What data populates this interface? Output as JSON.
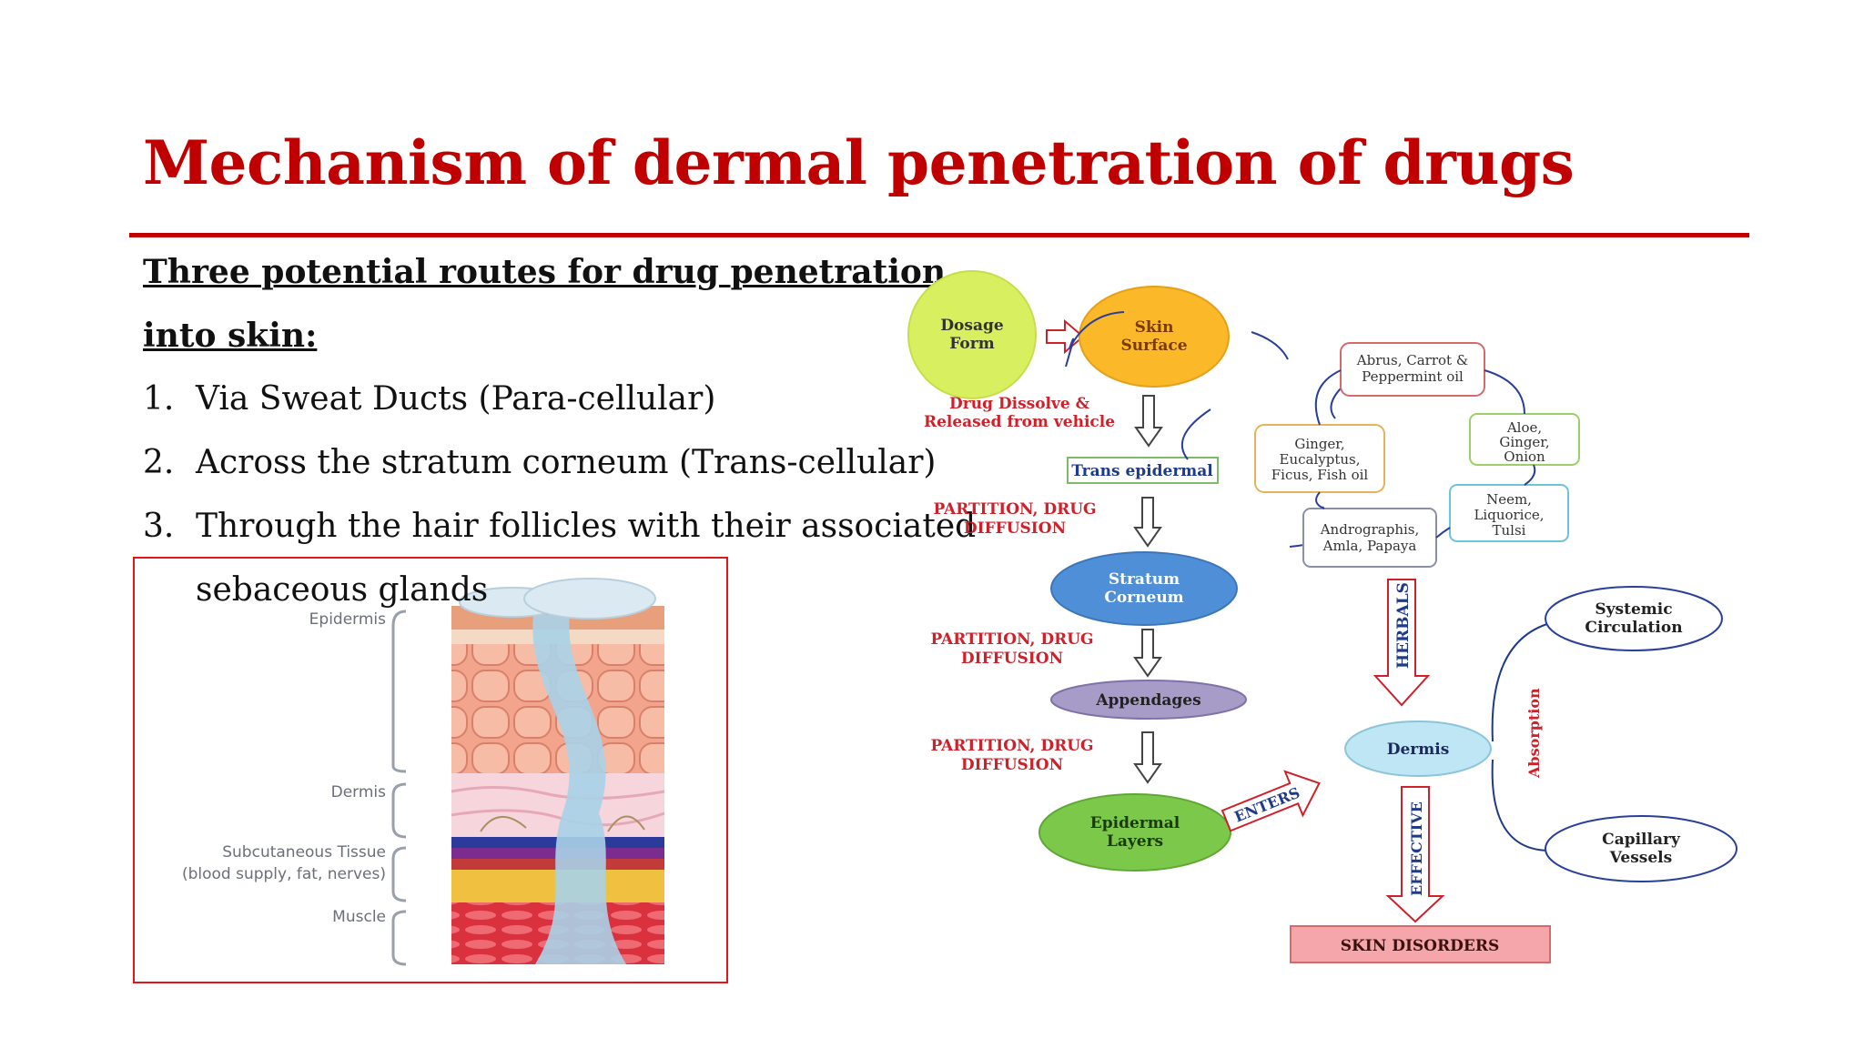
{
  "slide": {
    "title": "Mechanism of dermal penetration of drugs",
    "subtitle_line1": "Three potential routes for drug penetration",
    "subtitle_line2": "into skin:",
    "routes": [
      {
        "num": "1.",
        "text": "Via Sweat Ducts (Para-cellular)"
      },
      {
        "num": "2.",
        "text": "Across the stratum corneum (Trans-cellular)"
      },
      {
        "num": "3.",
        "text": "Through the hair follicles with their associated"
      }
    ],
    "route3_continuation": "sebaceous glands"
  },
  "skin_image": {
    "labels": {
      "epidermis": "Epidermis",
      "dermis": "Dermis",
      "subcutaneous_line1": "Subcutaneous Tissue",
      "subcutaneous_line2": "(blood supply, fat, nerves)",
      "muscle": "Muscle"
    },
    "frame_color": "#e0161b"
  },
  "flow_diagram": {
    "dosage_form": [
      "Dosage",
      "Form"
    ],
    "skin_surface": [
      "Skin",
      "Surface"
    ],
    "drug_dissolve": [
      "Drug Dissolve &",
      "Released from vehicle"
    ],
    "trans_epidermal": "Trans epidermal",
    "partition1": [
      "PARTITION, DRUG",
      "DIFFUSION"
    ],
    "stratum_corneum": [
      "Stratum",
      "Corneum"
    ],
    "partition2": [
      "PARTITION, DRUG",
      "DIFFUSION"
    ],
    "appendages": "Appendages",
    "partition3": [
      "PARTITION, DRUG",
      "DIFFUSION"
    ],
    "epidermal_layers": [
      "Epidermal",
      "Layers"
    ],
    "enters": "ENTERS",
    "herbals": "HERBALS",
    "dermis": "Dermis",
    "effective": "EFFECTIVE",
    "absorption": "Absorption",
    "systemic": [
      "Systemic",
      "Circulation"
    ],
    "capillary": [
      "Capillary",
      "Vessels"
    ],
    "skin_disorders": "SKIN DISORDERS",
    "herb_abrus": [
      "Abrus, Carrot &",
      "Peppermint oil"
    ],
    "herb_ginger": [
      "Ginger,",
      "Eucalyptus,",
      "Ficus, Fish oil"
    ],
    "herb_aloe": [
      "Aloe,",
      "Ginger,",
      "Onion"
    ],
    "herb_neem": [
      "Neem,",
      "Liquorice,",
      "Tulsi"
    ],
    "herb_andro": [
      "Andrographis,",
      "Amla, Papaya"
    ],
    "colors": {
      "red_text": "#d0202a",
      "dosage_fill": "#d8f060",
      "skin_surface_fill": "#fbb829",
      "stratum_fill": "#4f8fd8",
      "appendages_fill": "#a79bc8",
      "epidermal_fill": "#7cc84a",
      "dermis_fill": "#bfe6f4",
      "disorders_fill": "#f4a6aa",
      "navy_text": "#1f3a8a"
    }
  }
}
